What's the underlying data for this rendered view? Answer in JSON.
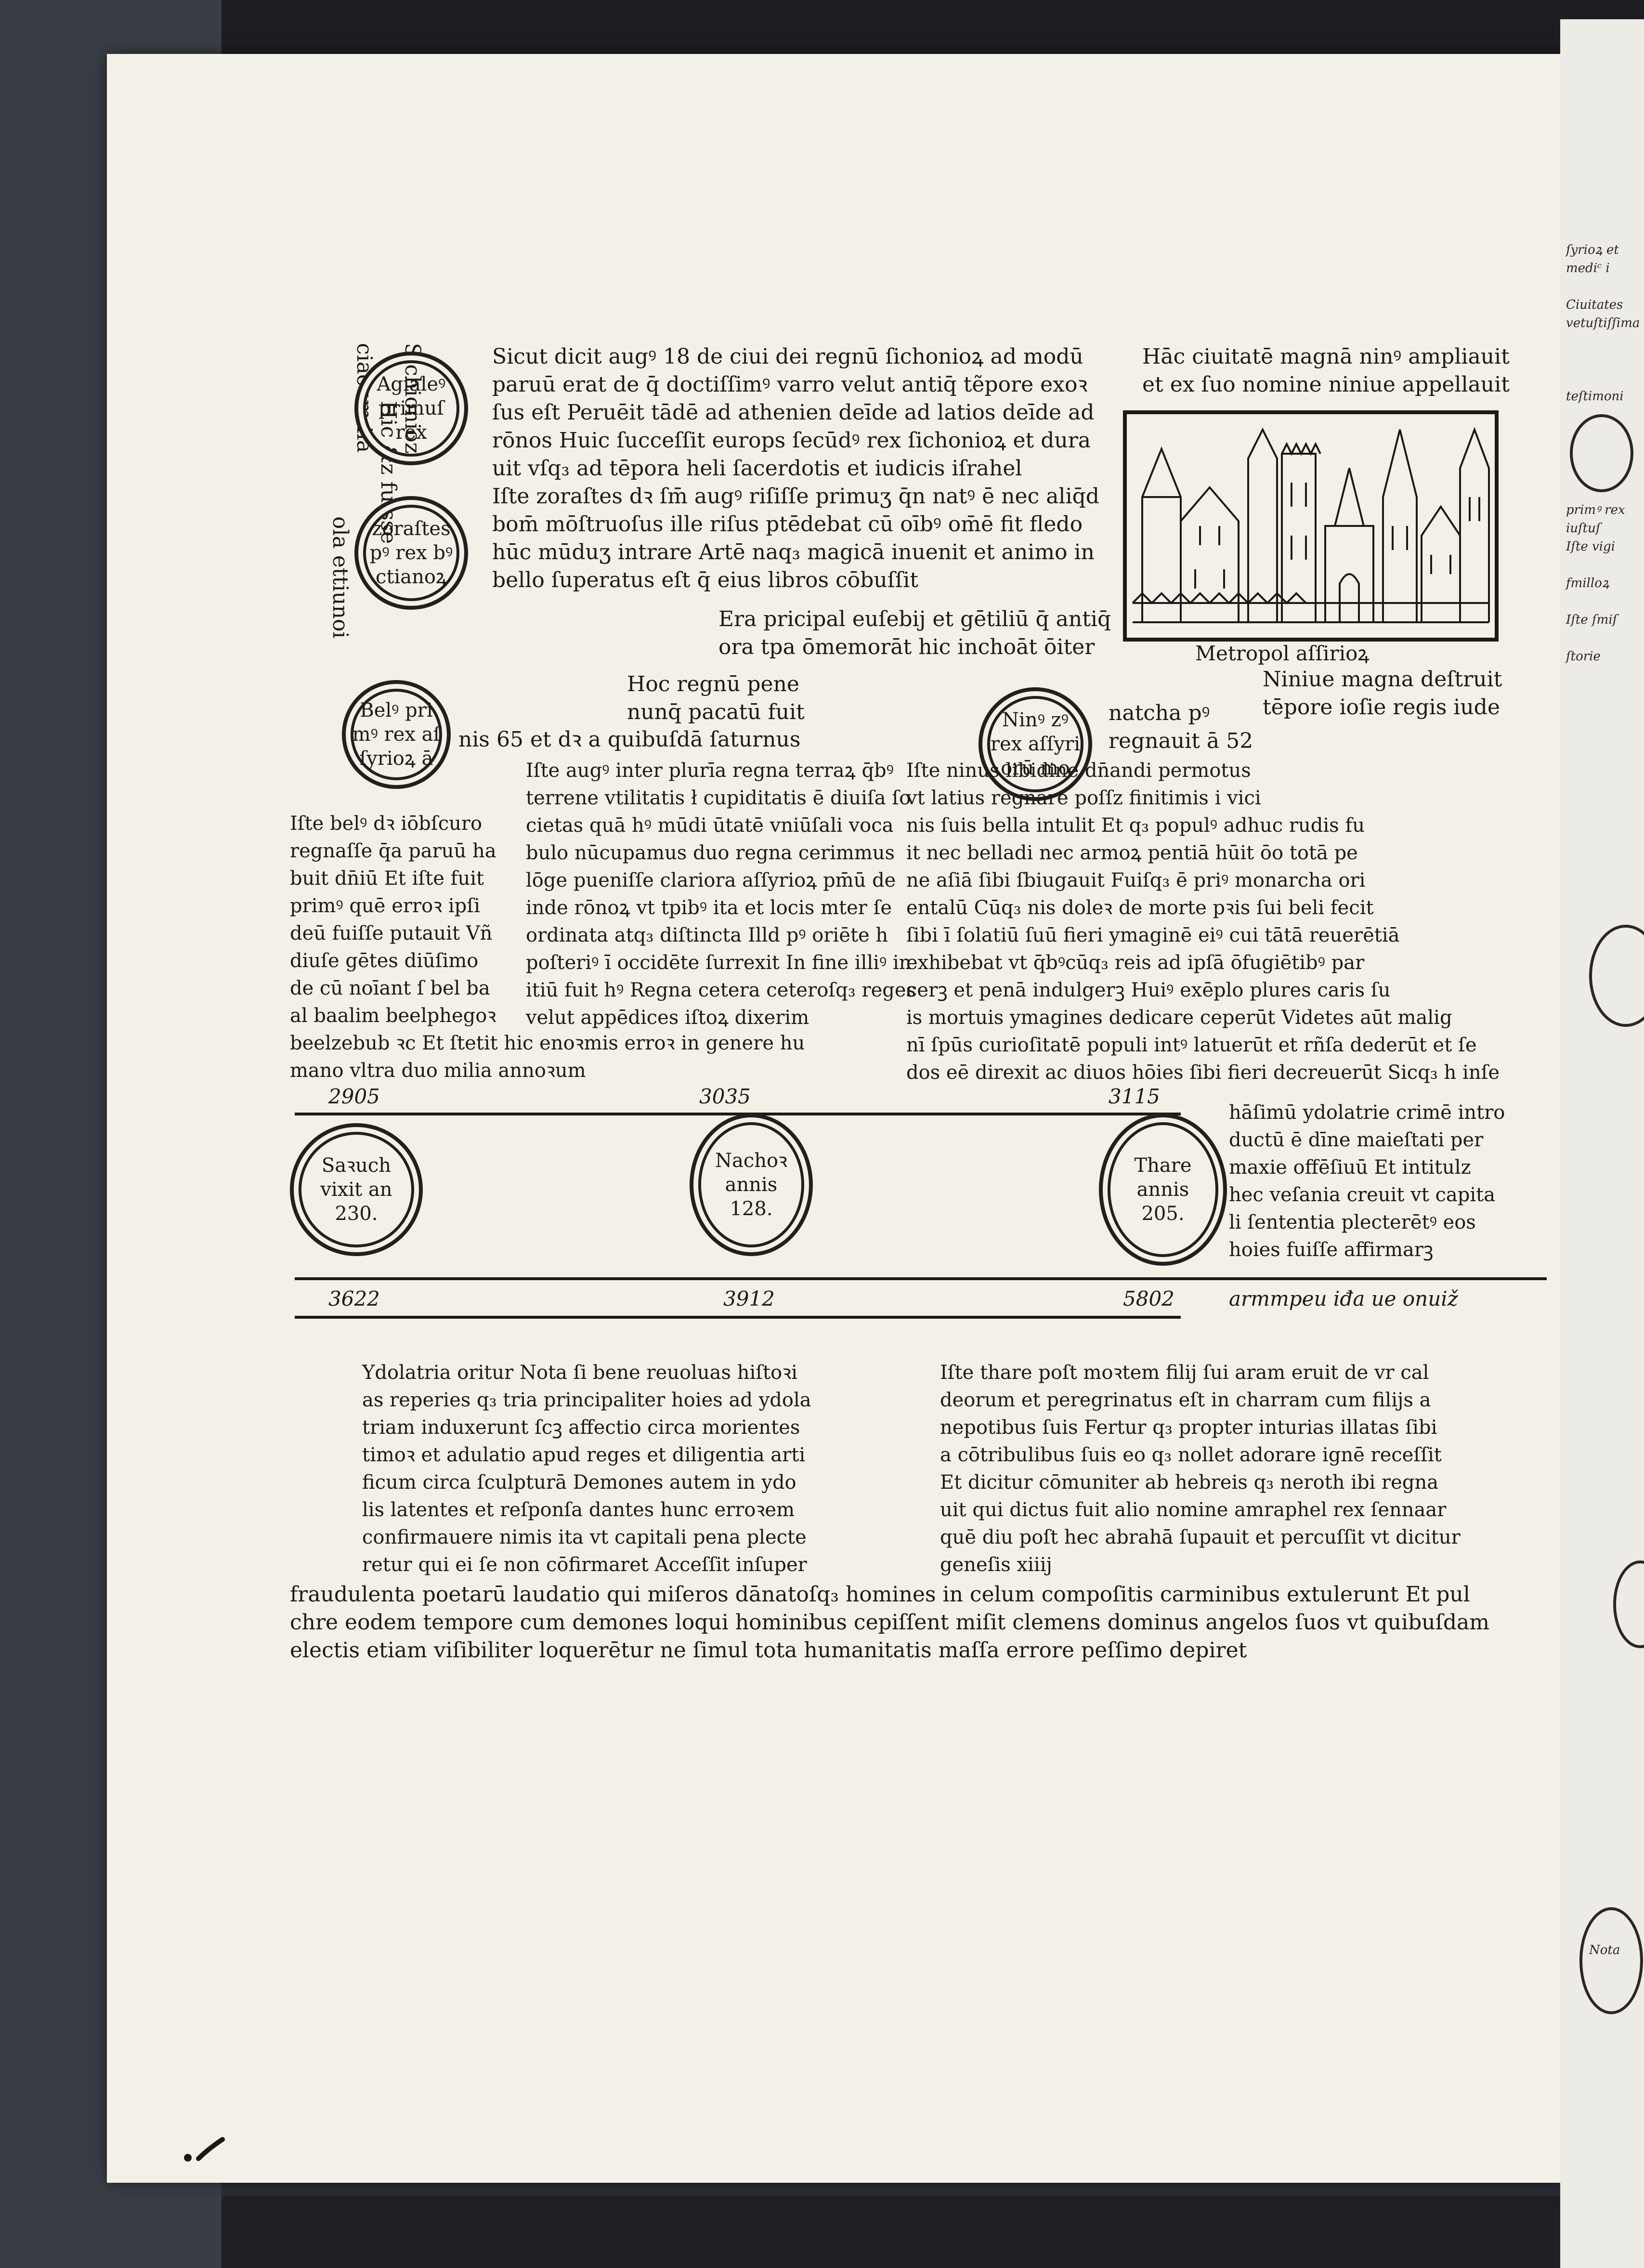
{
  "margin_vertical": {
    "line1": "Sichionioz",
    "line2": "Hic &z fuisse",
    "line3": "ciacum iia",
    "line4": "ola ettiunoi"
  },
  "medallions": {
    "agialeus": "Agialeꝰ\nprimuſ\nrex",
    "zoroastes": "zoraſtes\npꝰ rex bꝰ\nctianoꝝ",
    "belus": "Belꝰ pri\nmꝰ rex aſ\nſyrioꝝ ā",
    "ninus": "Ninꝰ zꝰ\nrex aſſyri\norū mo",
    "saruch": "Saꝛuch\nvixit an\n230.",
    "nachor": "Nachoꝛ\nannis\n128.",
    "thare": "Thare\nannis\n205."
  },
  "text": {
    "sicut": "Sicut dicit augꝰ 18 de ciui dei regnū ſichonioꝝ ad modū\nparuū erat de q̄ doctiſſimꝰ varro velut antiq̄ tẽpore exoꝛ\nſus eſt Peruēit tādē ad athenien deīde ad latios deīde ad\nrōnos Huic ſucceſſit europs ſecūdꝰ rex ſichonioꝝ et dura\nuit vſq₃ ad tēpora heli ſacerdotis et iudicis iſrahel\nIſte zoraſtes dꝛ ſm̄ augꝰ riſiſſe primuʒ q̄n natꝰ ē nec aliq̄d\nbom̄ mōſtruoſus ille riſus ptēdebat cū oībꝰ om̄ē fit fledo\nhūc mūduʒ intrare Artē naq₃ magicā inuenit et animo in\nbello ſuperatus eſt q̄ eius libros cōbuſſit",
    "era": "Era pricipal euſebij et gētiliū q̄ antiq̄\nora tpa ōmemorāt hic inchoāt ōiter",
    "hanc": "Hāc ciuitatē magnā ninꝰ ampliauit\net ex ſuo nomine niniue appellauit",
    "caption": "Metropol aſſirioꝝ",
    "niniue": "Niniue magna deſtruit\ntēpore ioſie regis iude",
    "hoc": "Hoc regnū pene\nnunq̄ pacatū fuit",
    "annis": "nis 65 et dꝛ a quibuſdā ſaturnus",
    "natcha": "natcha pꝰ\nregnauit ā 52",
    "iste_belus": "Iſte belꝰ dꝛ iōbſcuro\nregnaſſe q̄a paruū ha\nbuit dn̄iū Et iſte fuit\nprimꝰ quē erroꝛ ipſi\ndeū fuiſſe putauit Vñ\ndiuſe gētes diūſimo\nde cū noīant ſ bel ba\nal baalim beelphegoꝛ\nbeelzebub ꝛc Et ſtetit hic enoꝛmis erroꝛ in genere hu\nmano vltra duo milia annoꝛum",
    "iste_aug": "Iſte augꝰ inter plurīa regna terraꝝ q̄bꝰ\nterrene vtilitatis ł cupiditatis ē diuiſa ſo\ncietas quā hꝰ mūdi ūtatē vniūſali voca\nbulo nūcupamus duo regna cerimmus\nlōge pueniſſe clariora aſſyrioꝝ pm̄ū de\ninde rōnoꝝ vt tpibꝰ ita et locis mter ſe\nordinata atq₃ diſtincta Illd pꝰ oriēte h\npoſteriꝰ ī occidēte ſurrexit In fine illiꝰ in\nitiū fuit hꝰ Regna cetera ceteroſq₃ reges\nvelut appēdices iſtoꝝ dixerim",
    "iste_ninus": "Iſte ninus libidine dn̄andi permotus\nvt latius regnare poſſz finitimis i vici\nnis ſuis bella intulit Et q₃ populꝰ adhuc rudis fu\nit nec belladi nec armoꝝ pentiā hūit ōo totā pe\nne aſiā ſibi ſbiugauit Fuiſq₃ ē priꝰ monarcha ori\nentalū Cūq₃ nis doleꝛ de morte pꝛis ſui beli fecit\nſibi ī ſolatiū ſuū fieri ymaginē eiꝰ cui tātā reuerētiā\nexhibebat vt q̄bꝰcūq₃ reis ad ipſā ōfugiētibꝰ par\ncerꝫ et penā indulgerꝫ Huiꝰ exēplo plures caris ſu\nis mortuis ymagines dedicare ceperūt Videtes aūt malig\nnī ſpūs curioſitatē populi intꝰ latuerūt et rñſa dederūt et ſe\ndos eē direxit ac diuos hōies ſibi fieri decreuerūt Sicq₃ h inſe",
    "hic_ridiculum": "hāſimū ydolatrie crimē intro\nductū ē dīne maieſtati per\nmaxie offēſiuū Et intitulz\nhec veſania creuit vt capita\nli ſententia plecterētꝰ eos\nhoies fuiſſe affirmarꝫ",
    "ydolatria": "Ydolatria oritur Nota ſi bene reuoluas hiſtoꝛi\nas reperies q₃ tria principaliter hoies ad ydola\ntriam induxerunt ſcꝫ affectio circa morientes\ntimoꝛ et adulatio apud reges et diligentia arti\nficum circa ſculpturā Demones autem in ydo\nlis latentes et reſponſa dantes hunc erroꝛem\nconfirmauere nimis ita vt capitali pena plecte\nretur qui ei ſe non cōfirmaret Acceſſit inſuper",
    "iste_thare": "Iſte thare poſt moꝛtem filij ſui aram eruit de vr cal\ndeorum et peregrinatus eſt in charram cum filijs a\nnepotibus ſuis Fertur q₃ propter inturias illatas ſibi\na cōtribulibus ſuis eo q₃ nollet adorare ignē receſſit\nEt dicitur cōmuniter ab hebreis q₃ neroth ibi regna\nuit qui dictus fuit alio nomine amraphel rex ſennaar\nquē diu poſt hec abrahā ſupauit et percuſſit vt dicitur\ngeneſis xiiij",
    "bottom": "fraudulenta poetarū laudatio qui miſeros dānatoſq₃ homines in celum compoſitis carminibus extulerunt Et pul\nchre eodem tempore cum demones loqui hominibus cepiſſent miſit clemens dominus angelos ſuos vt quibuſdam\nelectis etiam viſibiliter loquerētur ne ſimul tota humanitatis maſſa errore peſſimo depiret"
  },
  "numerals": {
    "n1": "2905",
    "n2": "3035",
    "n3": "3115",
    "n4": "3622",
    "n5": "3912",
    "n6": "5802",
    "n7": "armmpeu iđa ue onuiž"
  },
  "right_leaf": {
    "t1": "ſyrioꝝ et mediᶜ i\n\nCiuitates vetuſtiſſima\n\n\n\nteſtimoni",
    "t2": "primꝰ rex\niuſtuſ\nIſte vigi\n\nfmilloꝝ\n\nIſte ſmiſ\n\nſtorie",
    "t3": "Nota"
  },
  "colors": {
    "ink": "#1c1917",
    "rubric": "#c0392b",
    "paper": "#f3f0e8"
  }
}
